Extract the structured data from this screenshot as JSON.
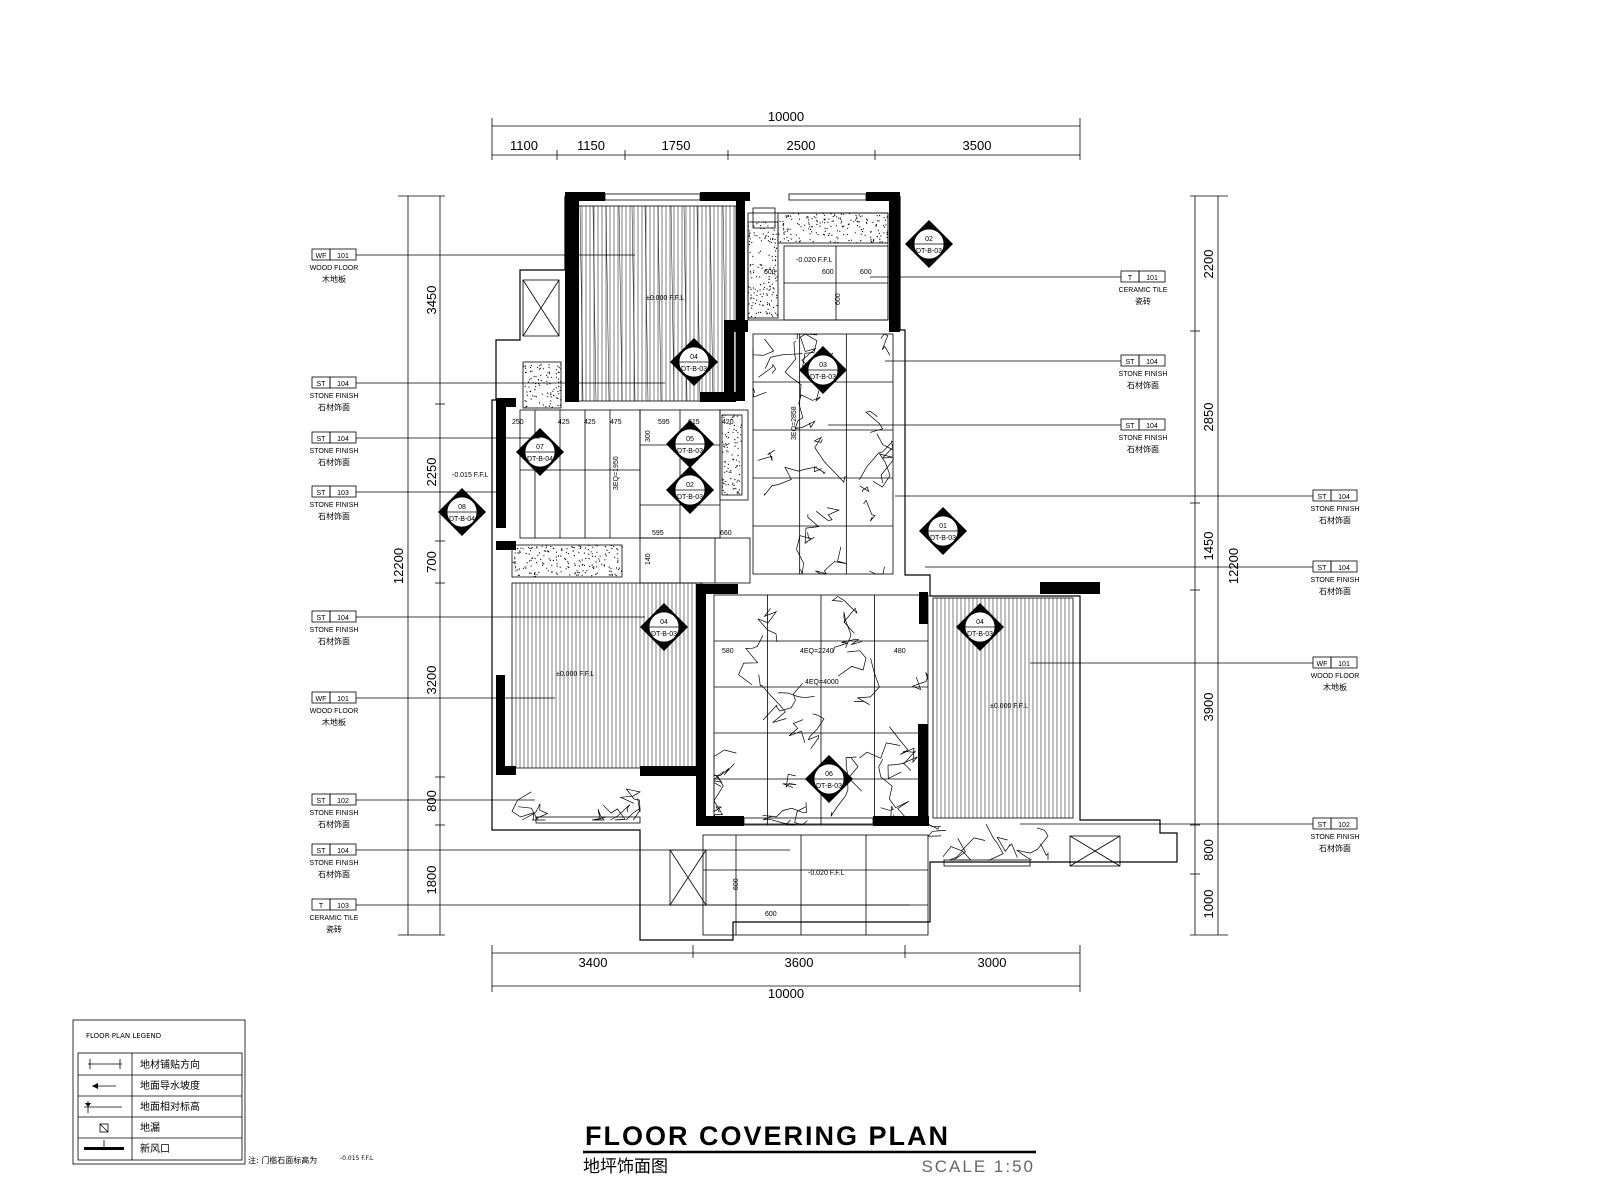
{
  "title": {
    "english": "FLOOR COVERING PLAN",
    "chinese": "地坪饰面图",
    "scale": "SCALE 1:50"
  },
  "dimensions": {
    "top_total": "10000",
    "top_segments": [
      "1100",
      "1150",
      "1750",
      "2500",
      "3500"
    ],
    "bottom_segments": [
      "3400",
      "3600",
      "3000"
    ],
    "bottom_total": "10000",
    "left_total": "12200",
    "left_segments": [
      "3450",
      "2250",
      "700",
      "3200",
      "800",
      "1800"
    ],
    "right_total": "12200",
    "right_segments": [
      "2200",
      "2850",
      "1450",
      "3900",
      "800",
      "1000"
    ]
  },
  "material_tags": {
    "left": [
      {
        "code": "WF",
        "num": "101",
        "en": "WOOD FLOOR",
        "cn": "木地板"
      },
      {
        "code": "ST",
        "num": "104",
        "en": "STONE FINISH",
        "cn": "石材饰面"
      },
      {
        "code": "ST",
        "num": "104",
        "en": "STONE FINISH",
        "cn": "石材饰面"
      },
      {
        "code": "ST",
        "num": "103",
        "en": "STONE FINISH",
        "cn": "石材饰面"
      },
      {
        "code": "ST",
        "num": "104",
        "en": "STONE FINISH",
        "cn": "石材饰面"
      },
      {
        "code": "WF",
        "num": "101",
        "en": "WOOD FLOOR",
        "cn": "木地板"
      },
      {
        "code": "ST",
        "num": "102",
        "en": "STONE FINISH",
        "cn": "石材饰面"
      },
      {
        "code": "ST",
        "num": "104",
        "en": "STONE FINISH",
        "cn": "石材饰面"
      },
      {
        "code": "T",
        "num": "103",
        "en": "CERAMIC TILE",
        "cn": "瓷砖"
      }
    ],
    "right_inner": [
      {
        "code": "T",
        "num": "101",
        "en": "CERAMIC TILE",
        "cn": "瓷砖"
      },
      {
        "code": "ST",
        "num": "104",
        "en": "STONE FINISH",
        "cn": "石材饰面"
      },
      {
        "code": "ST",
        "num": "104",
        "en": "STONE FINISH",
        "cn": "石材饰面"
      }
    ],
    "right_outer": [
      {
        "code": "ST",
        "num": "104",
        "en": "STONE FINISH",
        "cn": "石材饰面"
      },
      {
        "code": "ST",
        "num": "104",
        "en": "STONE FINISH",
        "cn": "石材饰面"
      },
      {
        "code": "WF",
        "num": "101",
        "en": "WOOD FLOOR",
        "cn": "木地板"
      },
      {
        "code": "ST",
        "num": "102",
        "en": "STONE FINISH",
        "cn": "石材饰面"
      }
    ]
  },
  "section_markers": [
    {
      "num": "02",
      "ref": "DT-B-03"
    },
    {
      "num": "03",
      "ref": "DT-B-03"
    },
    {
      "num": "04",
      "ref": "DT-B-03"
    },
    {
      "num": "07",
      "ref": "DT-B-04"
    },
    {
      "num": "05",
      "ref": "DT-B-03"
    },
    {
      "num": "02",
      "ref": "DT-B-03"
    },
    {
      "num": "08",
      "ref": "DT-B-04"
    },
    {
      "num": "01",
      "ref": "DT-B-03"
    },
    {
      "num": "04",
      "ref": "DT-B-03"
    },
    {
      "num": "04",
      "ref": "DT-B-03"
    },
    {
      "num": "06",
      "ref": "DT-B-03"
    }
  ],
  "interior_labels": {
    "tile_600_a": "600",
    "tile_600_b": "600",
    "tile_600_c": "600",
    "tile_600_d": "600",
    "tile_600_e": "600",
    "tile_600_f": "600",
    "eq_2858": "3EQ=2858",
    "eq_1950": "3EQ=1950",
    "eq_2240": "4EQ=2240",
    "eq_4000": "4EQ=4000",
    "d580": "580",
    "d480": "480",
    "d250": "250",
    "d425a": "425",
    "d425b": "425",
    "d475": "475",
    "d595a": "595",
    "d595b": "595",
    "d615": "615",
    "d420": "420",
    "d660": "660",
    "d140": "140",
    "d300": "300",
    "lvl_a": "-0.020 F.F.L",
    "lvl_b": "±0.000 F.F.L",
    "lvl_c": "±0.000 F.F.L",
    "lvl_d": "±0.000 F.F.L",
    "lvl_e": "-0.020 F.F.L",
    "lvl_f": "-0.015 F.F.L"
  },
  "legend": {
    "title": "FLOOR PLAN LEGEND",
    "items": [
      {
        "symbol": "paving-direction-icon",
        "label": "地材铺贴方向"
      },
      {
        "symbol": "drain-slope-icon",
        "label": "地面导水坡度"
      },
      {
        "symbol": "relative-level-icon",
        "label": "地面相对标高"
      },
      {
        "symbol": "floor-drain-icon",
        "label": "地漏"
      },
      {
        "symbol": "fresh-air-icon",
        "label": "新风口"
      }
    ],
    "note_prefix": "注: 门槛石面标高为",
    "note_level": "-0.015 F.F.L"
  }
}
